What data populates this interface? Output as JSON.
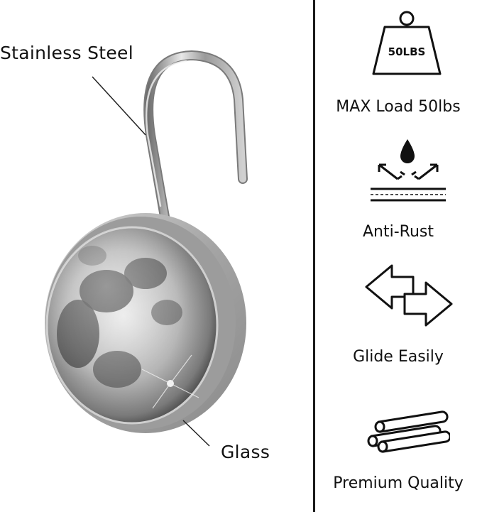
{
  "callouts": {
    "hook_material": "Stainless Steel",
    "face_material": "Glass"
  },
  "features": [
    {
      "label": "MAX Load 50lbs",
      "icon": "weight-icon",
      "icon_text": "50LBS"
    },
    {
      "label": "Anti-Rust",
      "icon": "water-repellent-icon"
    },
    {
      "label": "Glide Easily",
      "icon": "bidirectional-arrows-icon"
    },
    {
      "label": "Premium Quality",
      "icon": "rods-bundle-icon"
    }
  ],
  "colors": {
    "text": "#111111",
    "divider": "#1a1a1a",
    "chrome": "#b8b8b8",
    "housing": "#a9a9a9"
  }
}
